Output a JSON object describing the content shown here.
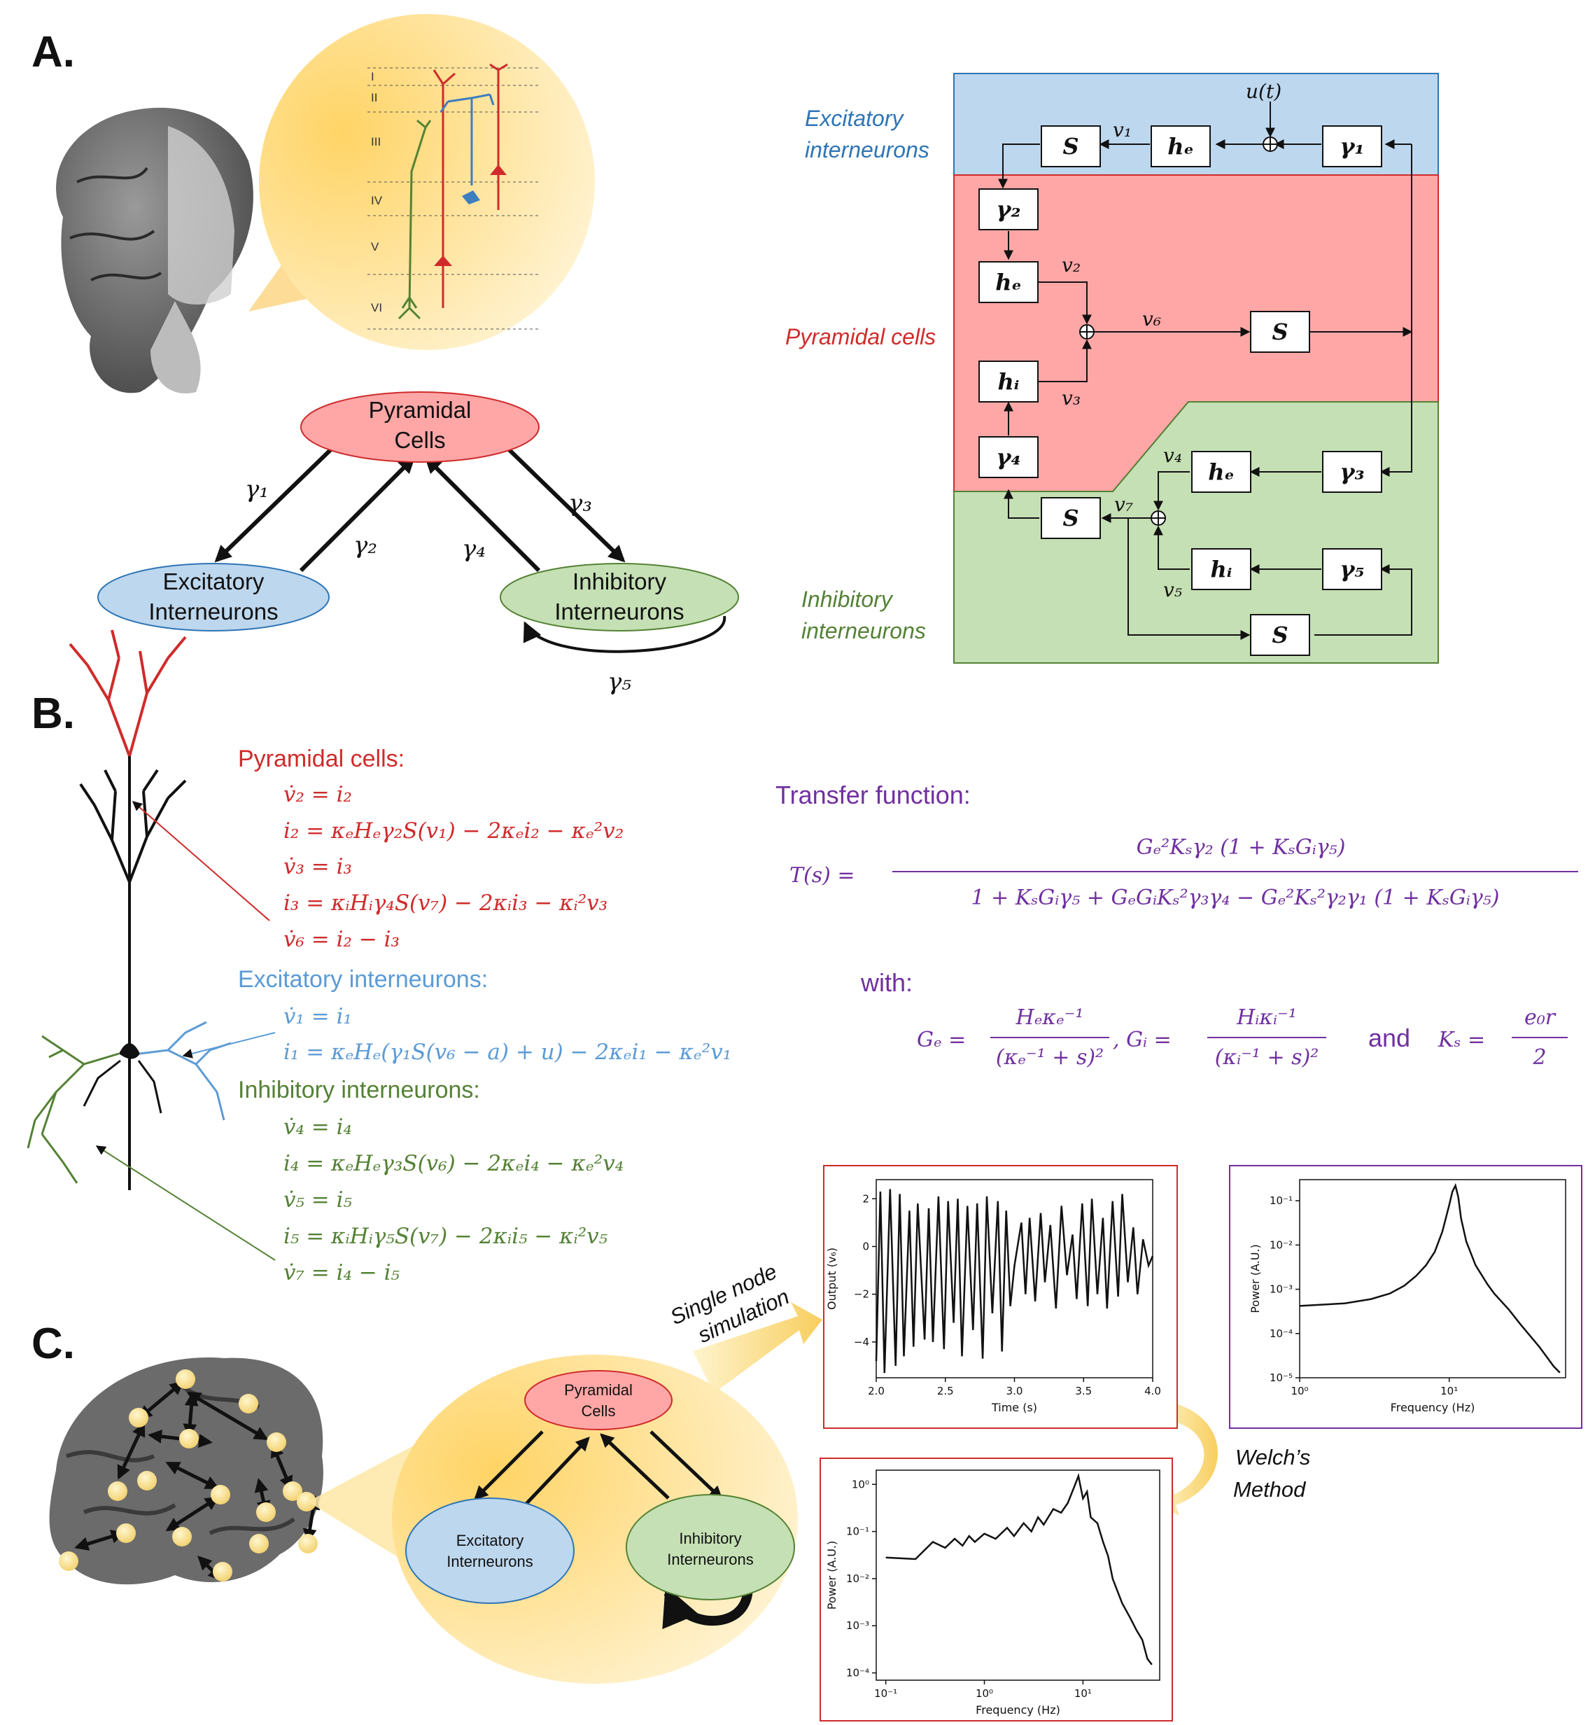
{
  "panels": {
    "a": "A.",
    "b": "B.",
    "c": "C."
  },
  "layers": [
    "I",
    "II",
    "III",
    "IV",
    "V",
    "VI"
  ],
  "graph": {
    "pyramidal": [
      "Pyramidal",
      "Cells"
    ],
    "excitatory": [
      "Excitatory",
      "Interneurons"
    ],
    "inhibitory": [
      "Inhibitory",
      "Interneurons"
    ],
    "gamma1": "γ₁",
    "gamma2": "γ₂",
    "gamma3": "γ₃",
    "gamma4": "γ₄",
    "gamma5": "γ₅"
  },
  "block_diagram": {
    "regions": {
      "excitatory": [
        "Excitatory",
        "interneurons"
      ],
      "pyramidal": "Pyramidal cells",
      "inhibitory": [
        "Inhibitory",
        "interneurons"
      ]
    },
    "input": "u(t)",
    "blocks": {
      "S": "S",
      "he": "hₑ",
      "hi": "hᵢ",
      "g1": "γ₁",
      "g2": "γ₂",
      "g3": "γ₃",
      "g4": "γ₄",
      "g5": "γ₅"
    },
    "signals": {
      "v1": "v₁",
      "v2": "v₂",
      "v3": "v₃",
      "v4": "v₄",
      "v5": "v₅",
      "v6": "v₆",
      "v7": "v₇"
    },
    "colors": {
      "excitatory": "#bdd7ee",
      "pyramidal": "#ffa7a7",
      "inhibitory": "#c5e0b4"
    }
  },
  "equations": {
    "pyramidal_header": "Pyramidal cells:",
    "pyramidal": [
      "v̇₂ = i₂",
      "i₂ = κₑHₑγ₂S(v₁) − 2κₑi₂ − κₑ²v₂",
      "v̇₃ = i₃",
      "i₃ = κᵢHᵢγ₄S(v₇) − 2κᵢi₃ − κᵢ²v₃",
      "v̇₆ = i₂ − i₃"
    ],
    "excitatory_header": "Excitatory interneurons:",
    "excitatory": [
      "v̇₁ = i₁",
      "i₁ = κₑHₑ(γ₁S(v₆ − a) + u) − 2κₑi₁ − κₑ²v₁"
    ],
    "inhibitory_header": "Inhibitory interneurons:",
    "inhibitory": [
      "v̇₄ = i₄",
      "i₄ = κₑHₑγ₃S(v₆) − 2κₑi₄ − κₑ²v₄",
      "v̇₅ = i₅",
      "i₅ = κᵢHᵢγ₅S(v₇) − 2κᵢi₅ − κᵢ²v₅",
      "v̇₇ = i₄ − i₅"
    ],
    "colors": {
      "pyramidal": "#d02b2b",
      "excitatory": "#5b9bd5",
      "inhibitory": "#548235"
    }
  },
  "transfer": {
    "header": "Transfer function:",
    "lhs": "T(s) =",
    "numerator": "Gₑ²Kₛγ₂ (1 + KₛGᵢγ₅)",
    "denominator": "1 + KₛGᵢγ₅ + GₑGᵢKₛ²γ₃γ₄ − Gₑ²Kₛ²γ₂γ₁ (1 + KₛGᵢγ₅)",
    "with": "with:",
    "ge_lhs": "Gₑ =",
    "ge_num": "Hₑκₑ⁻¹",
    "ge_den": "(κₑ⁻¹ + s)²",
    "gi_lhs": ", Gᵢ =",
    "gi_num": "Hᵢκᵢ⁻¹",
    "gi_den": "(κᵢ⁻¹ + s)²",
    "and": "and",
    "ks_lhs": "Kₛ =",
    "ks_num": "e₀r",
    "ks_den": "2",
    "color": "#7030a0"
  },
  "annotations": {
    "single_node": [
      "Single node",
      "simulation"
    ],
    "welch": [
      "Welch’s",
      "Method"
    ]
  },
  "chart_data": [
    {
      "type": "line",
      "xlabel": "Time (s)",
      "ylabel": "Output (v₆)",
      "xlim": [
        2.0,
        4.0
      ],
      "ylim": [
        -5.5,
        2.8
      ],
      "xticks": [
        "2.0",
        "2.5",
        "3.0",
        "3.5",
        "4.0"
      ],
      "yticks": [
        "2",
        "0",
        "−2",
        "−4"
      ],
      "series": [
        {
          "x": [
            2.0,
            2.03,
            2.06,
            2.1,
            2.14,
            2.17,
            2.2,
            2.24,
            2.27,
            2.3,
            2.35,
            2.38,
            2.41,
            2.45,
            2.49,
            2.52,
            2.56,
            2.59,
            2.62,
            2.66,
            2.7,
            2.73,
            2.77,
            2.8,
            2.84,
            2.88,
            2.91,
            2.94,
            2.97,
            3.0,
            3.05,
            3.08,
            3.11,
            3.15,
            3.19,
            3.22,
            3.26,
            3.3,
            3.34,
            3.38,
            3.42,
            3.45,
            3.49,
            3.53,
            3.56,
            3.6,
            3.64,
            3.67,
            3.71,
            3.75,
            3.78,
            3.82,
            3.86,
            3.89,
            3.93,
            3.97,
            4.0
          ],
          "y": [
            -4.8,
            2.3,
            -5.3,
            2.4,
            -5.0,
            2.2,
            -4.6,
            1.5,
            -4.2,
            1.8,
            -3.9,
            1.6,
            -4.0,
            2.1,
            -4.3,
            1.9,
            -3.2,
            2.0,
            -4.6,
            1.7,
            -3.5,
            1.8,
            -4.7,
            2.1,
            -2.8,
            1.9,
            -4.4,
            1.5,
            -2.5,
            -0.8,
            1.0,
            -2.0,
            1.2,
            -2.3,
            1.4,
            -1.5,
            0.9,
            -2.6,
            1.7,
            -1.2,
            0.5,
            -2.2,
            1.8,
            -2.5,
            2.0,
            -2.0,
            1.2,
            -2.6,
            1.9,
            -2.1,
            2.2,
            -1.5,
            0.8,
            -2.0,
            0.3,
            -0.8,
            -0.4
          ]
        }
      ]
    },
    {
      "type": "line",
      "xlabel": "Frequency (Hz)",
      "ylabel": "Power (A.U.)",
      "xscale": "log",
      "yscale": "log",
      "xlim": [
        1,
        60
      ],
      "ylim": [
        1e-05,
        0.3
      ],
      "xticks": [
        "10⁰",
        "10¹"
      ],
      "yticks": [
        "10⁻¹",
        "10⁻²",
        "10⁻³",
        "10⁻⁴",
        "10⁻⁵"
      ],
      "series": [
        {
          "x": [
            1,
            2,
            3,
            4,
            5,
            6,
            7,
            8,
            9,
            10,
            10.5,
            11,
            11.5,
            12,
            13,
            15,
            18,
            20,
            25,
            30,
            40,
            50,
            55
          ],
          "y": [
            0.00042,
            0.00048,
            0.0006,
            0.0008,
            0.0012,
            0.002,
            0.0035,
            0.007,
            0.02,
            0.08,
            0.16,
            0.22,
            0.12,
            0.04,
            0.012,
            0.0035,
            0.0013,
            0.0008,
            0.00035,
            0.00016,
            5e-05,
            1.8e-05,
            1.3e-05
          ]
        }
      ]
    },
    {
      "type": "line",
      "xlabel": "Frequency (Hz)",
      "ylabel": "Power (A.U.)",
      "xscale": "log",
      "yscale": "log",
      "xlim": [
        0.08,
        60
      ],
      "ylim": [
        7e-05,
        2
      ],
      "xticks": [
        "10⁻¹",
        "10⁰",
        "10¹"
      ],
      "yticks": [
        "10⁰",
        "10⁻¹",
        "10⁻²",
        "10⁻³",
        "10⁻⁴"
      ],
      "series": [
        {
          "x": [
            0.1,
            0.2,
            0.3,
            0.4,
            0.5,
            0.6,
            0.7,
            0.8,
            1,
            1.3,
            1.7,
            2,
            2.5,
            3,
            3.5,
            4,
            5,
            6,
            7,
            8,
            9,
            10,
            11,
            12,
            14,
            16,
            18,
            20,
            25,
            30,
            35,
            40,
            45,
            50
          ],
          "y": [
            0.028,
            0.026,
            0.06,
            0.045,
            0.07,
            0.05,
            0.08,
            0.06,
            0.09,
            0.07,
            0.12,
            0.08,
            0.15,
            0.1,
            0.2,
            0.14,
            0.3,
            0.25,
            0.4,
            0.8,
            1.5,
            0.5,
            0.7,
            0.2,
            0.15,
            0.06,
            0.03,
            0.01,
            0.003,
            0.0015,
            0.0008,
            0.0005,
            0.0002,
            0.00015
          ]
        }
      ]
    }
  ]
}
